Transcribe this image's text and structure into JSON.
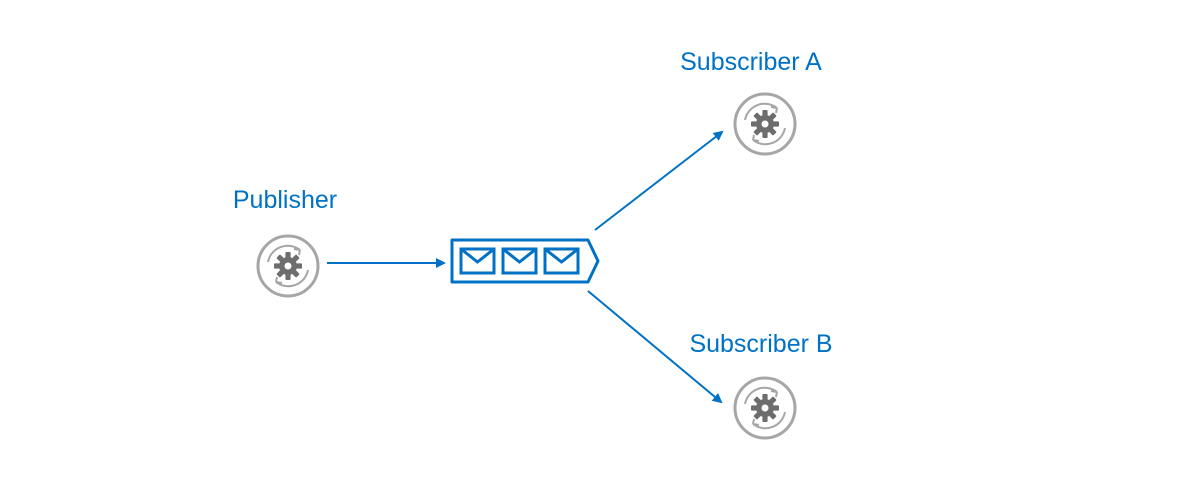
{
  "colors": {
    "accent": "#0072c6",
    "node_ring": "#a6a6a6",
    "gear": "#6d6d6d",
    "background": "#ffffff"
  },
  "nodes": {
    "publisher": {
      "label": "Publisher",
      "icon": "service-gear-icon"
    },
    "subscriber_a": {
      "label": "Subscriber A",
      "icon": "service-gear-icon"
    },
    "subscriber_b": {
      "label": "Subscriber B",
      "icon": "service-gear-icon"
    }
  },
  "topic": {
    "icon": "message-queue-icon",
    "message_count": 3
  },
  "edges": [
    {
      "from": "publisher",
      "to": "topic"
    },
    {
      "from": "topic",
      "to": "subscriber_a"
    },
    {
      "from": "topic",
      "to": "subscriber_b"
    }
  ]
}
